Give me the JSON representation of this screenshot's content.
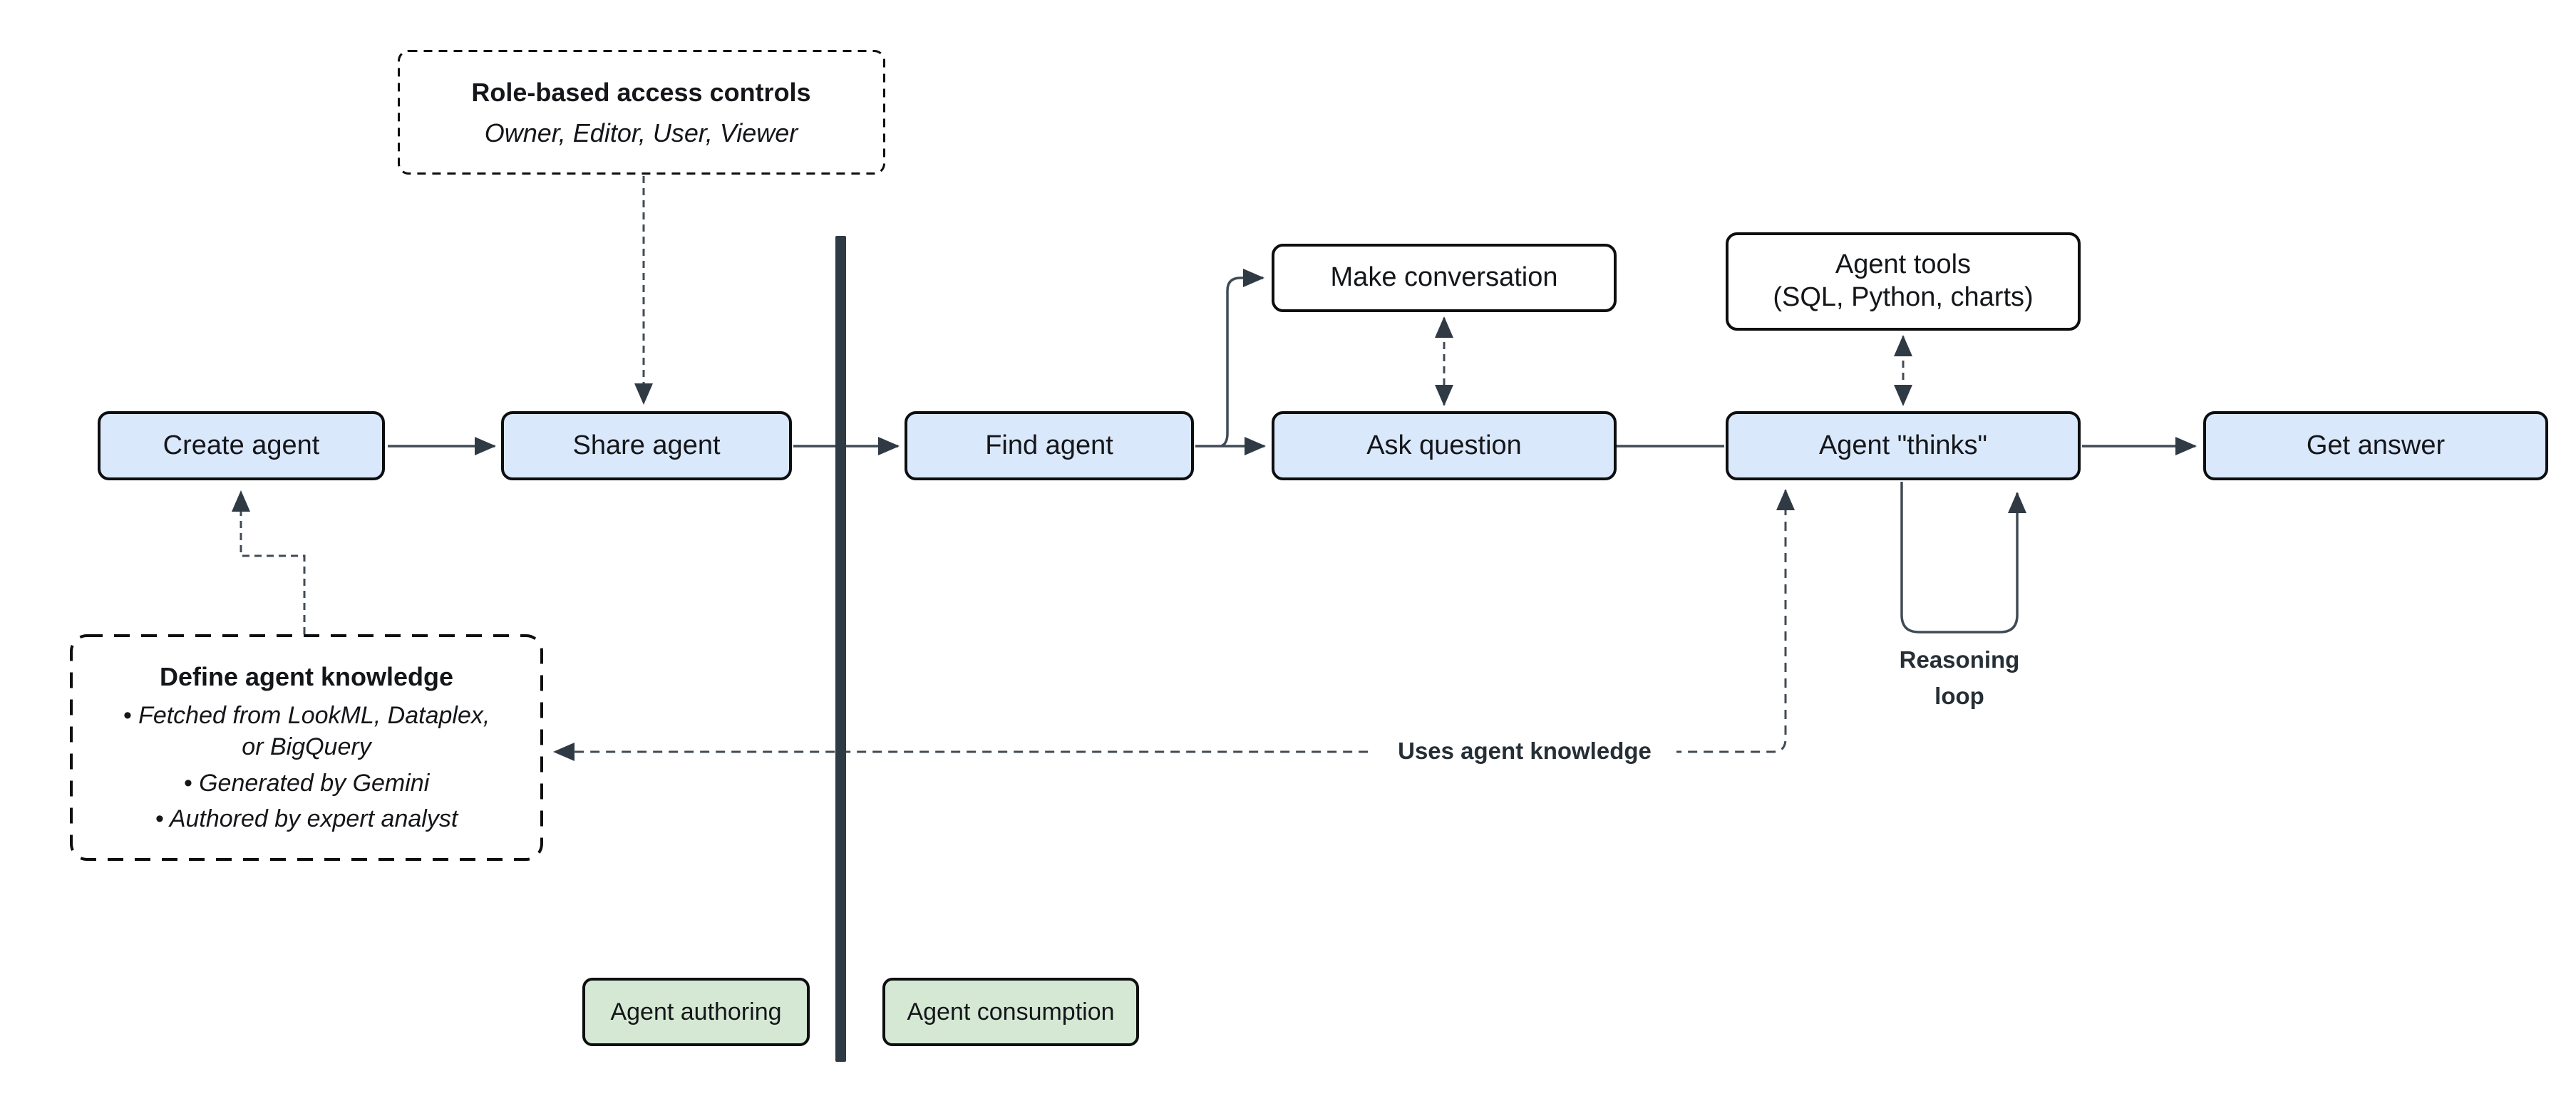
{
  "nodes": {
    "create_agent": "Create agent",
    "share_agent": "Share agent",
    "find_agent": "Find agent",
    "make_conversation": "Make conversation",
    "ask_question": "Ask question",
    "agent_tools": {
      "line1": "Agent tools",
      "line2": "(SQL, Python, charts)"
    },
    "agent_thinks": "Agent \"thinks\"",
    "get_answer": "Get answer"
  },
  "notes": {
    "role_based": {
      "title": "Role-based access controls",
      "subtitle": "Owner, Editor, User, Viewer"
    },
    "define_knowledge": {
      "title": "Define agent knowledge",
      "bullets": [
        "Fetched from LookML, Dataplex, or BigQuery",
        "Generated by Gemini",
        "Authored by expert analyst"
      ]
    }
  },
  "edges": {
    "uses_knowledge": "Uses agent knowledge",
    "reasoning_line1": "Reasoning",
    "reasoning_line2": "loop"
  },
  "zones": {
    "authoring": "Agent authoring",
    "consumption": "Agent consumption"
  },
  "colors": {
    "node_fill": "#dae8fc",
    "note_fill": "#ffffff",
    "zone_fill": "#d5e8d4",
    "box_border": "#0d0e10",
    "connector": "#414b55",
    "arrowhead": "#2f3a45",
    "divider": "#2e3a44",
    "text": "#141619",
    "edge_label": "#262f36"
  }
}
